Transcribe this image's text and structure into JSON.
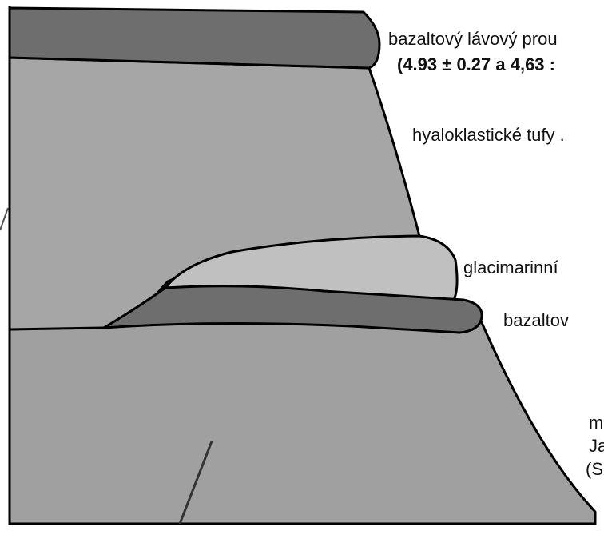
{
  "labels": {
    "basalt_top_line1": "bazaltový lávový prou",
    "basalt_top_line2": "(4.93 ± 0.27 a 4,63 :",
    "tuffs": "hyaloklastické tufy .",
    "glacimarine": "glacimarinní",
    "basalt_middle": "bazaltov",
    "lower_line1": "m",
    "lower_line2": "Ja",
    "lower_line3": "(S"
  },
  "colors": {
    "basalt": "#6e6e6e",
    "tuff": "#a6a6a6",
    "glacimarine": "#c0c0c0",
    "lower_unit": "#a0a0a0",
    "outline": "#000000",
    "background": "#ffffff"
  }
}
